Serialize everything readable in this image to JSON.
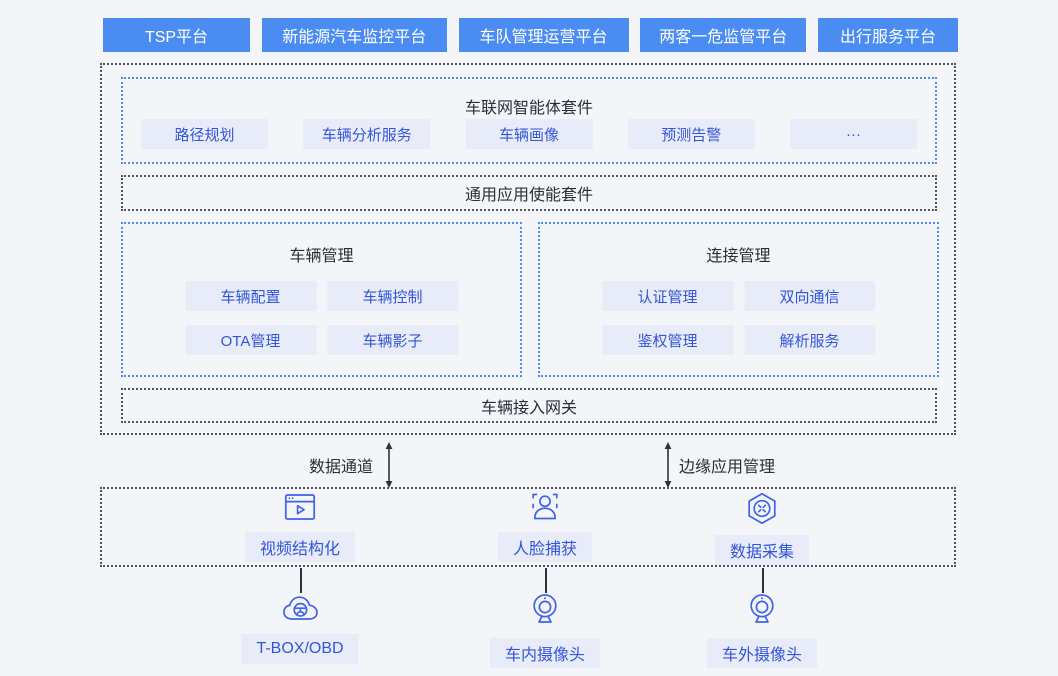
{
  "colors": {
    "page_background": "#f4f5f9",
    "platform_button": "#4a8cf1",
    "platform_button_text": "#ffffff",
    "chip_background": "#e8ecf8",
    "accent_text": "#3356d9",
    "blue_dashed_border": "#4e8bf5",
    "dark_dashed_border": "#50525c",
    "heading_text": "#2b2e39",
    "icon_stroke": "#4062e8"
  },
  "top_platforms": [
    "TSP平台",
    "新能源汽车监控平台",
    "车队管理运营平台",
    "两客一危监管平台",
    "出行服务平台"
  ],
  "cloud": {
    "agent_suite": {
      "title": "车联网智能体套件",
      "items": [
        "路径规划",
        "车辆分析服务",
        "车辆画像",
        "预测告警",
        "···"
      ]
    },
    "enable_suite_title": "通用应用使能套件",
    "vehicle_mgmt": {
      "title": "车辆管理",
      "items": [
        "车辆配置",
        "车辆控制",
        "OTA管理",
        "车辆影子"
      ]
    },
    "connection_mgmt": {
      "title": "连接管理",
      "items": [
        "认证管理",
        "双向通信",
        "鉴权管理",
        "解析服务"
      ]
    },
    "gateway_title": "车辆接入网关"
  },
  "channels": {
    "data_channel_label": "数据通道",
    "edge_app_mgmt_label": "边缘应用管理"
  },
  "edge_capabilities": [
    {
      "label": "视频结构化",
      "icon": "video-structuring-icon"
    },
    {
      "label": "人脸捕获",
      "icon": "face-capture-icon"
    },
    {
      "label": "数据采集",
      "icon": "data-collection-icon"
    }
  ],
  "devices": [
    {
      "label": "T-BOX/OBD",
      "icon": "tbox-obd-icon"
    },
    {
      "label": "车内摄像头",
      "icon": "camera-icon"
    },
    {
      "label": "车外摄像头",
      "icon": "camera-icon"
    }
  ]
}
